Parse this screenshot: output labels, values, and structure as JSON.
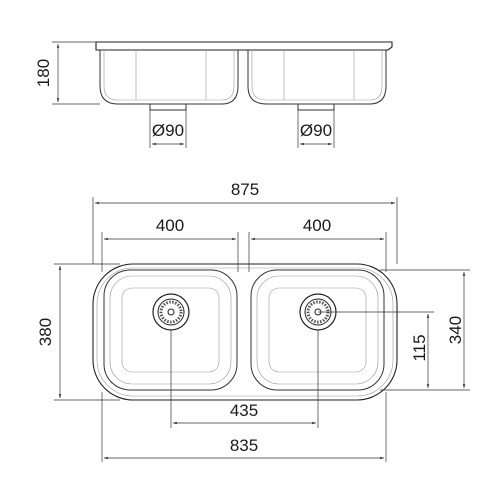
{
  "side_view": {
    "height_label": "180",
    "drain_left_label": "Ø90",
    "drain_right_label": "Ø90"
  },
  "top_view": {
    "overall_width_label": "875",
    "basin_left_width_label": "400",
    "basin_right_width_label": "400",
    "overall_depth_label": "380",
    "basin_depth_label": "340",
    "drain_offset_label": "115",
    "drain_spacing_label": "435",
    "inner_width_label": "835"
  }
}
